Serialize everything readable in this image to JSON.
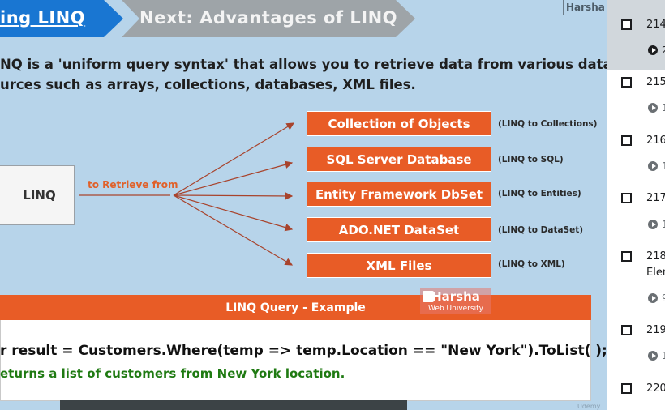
{
  "slide": {
    "prev_tab": "ing LINQ",
    "next_tab": "Next: Advantages of LINQ",
    "author": "Harsha",
    "intro_line1": "NQ is a 'uniform query syntax' that allows you to retrieve data from various data",
    "intro_line2": "urces such as arrays, collections, databases, XML files.",
    "source_box": "LINQ",
    "arrow_label": "to Retrieve from",
    "targets": [
      {
        "label": "Collection of Objects",
        "note": "(LINQ to Collections)"
      },
      {
        "label": "SQL Server Database",
        "note": "(LINQ to SQL)"
      },
      {
        "label": "Entity Framework DbSet",
        "note": "(LINQ to Entities)"
      },
      {
        "label": "ADO.NET DataSet",
        "note": "(LINQ to DataSet)"
      },
      {
        "label": "XML Files",
        "note": "(LINQ to XML)"
      }
    ],
    "watermark_title": "Harsha",
    "watermark_sub": "Web University",
    "example_title": "LINQ Query - Example",
    "code": "r  result = Customers.Where(temp => temp.Location == \"New York\").ToList( );",
    "comment": "eturns a list of customers from New York location.",
    "platform_mark": "Udemy",
    "colors": {
      "slide_bg": "#b7d4ea",
      "accent_orange": "#e85c26",
      "prev_tab_blue": "#1976d2",
      "next_tab_gray": "#9ea4a8",
      "comment_green": "#1f7a12"
    }
  },
  "sidebar": {
    "lectures": [
      {
        "title": "214.",
        "sub": "",
        "duration": "2",
        "active": true
      },
      {
        "title": "215.",
        "sub": "",
        "duration": "1",
        "active": false
      },
      {
        "title": "216.",
        "sub": "",
        "duration": "1",
        "active": false
      },
      {
        "title": "217.",
        "sub": "",
        "duration": "1",
        "active": false
      },
      {
        "title": "218.",
        "sub": "Eler",
        "duration": "9",
        "active": false
      },
      {
        "title": "219.",
        "sub": "",
        "duration": "1",
        "active": false
      },
      {
        "title": "220",
        "sub": "",
        "duration": "",
        "active": false
      }
    ]
  }
}
